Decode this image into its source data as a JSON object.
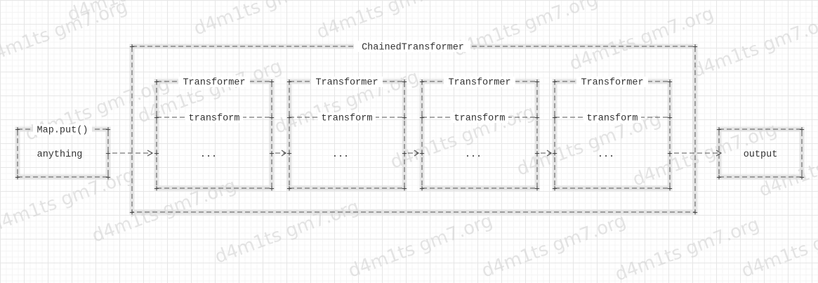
{
  "diagram": {
    "container_label": "ChainedTransformer",
    "input": {
      "header": "Map.put()",
      "body": "anything"
    },
    "transformers": [
      {
        "header": "Transformer",
        "method": "transform",
        "body": "..."
      },
      {
        "header": "Transformer",
        "method": "transform",
        "body": "..."
      },
      {
        "header": "Transformer",
        "method": "transform",
        "body": "..."
      },
      {
        "header": "Transformer",
        "method": "transform",
        "body": "..."
      }
    ],
    "output": {
      "body": "output"
    }
  },
  "watermark": {
    "text": "d4m1ts gm7.org"
  },
  "colors": {
    "stroke": "#555555",
    "text": "#333333",
    "grid": "#e6e6e6",
    "shadow": "#dcdcdc",
    "watermark": "#cfcfcf"
  }
}
